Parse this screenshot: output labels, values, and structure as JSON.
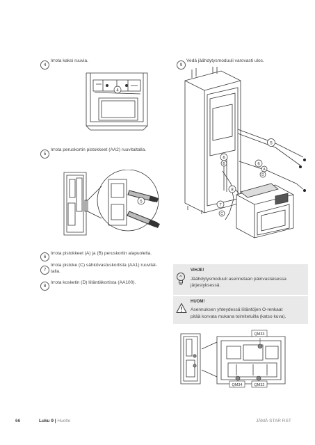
{
  "steps": {
    "s4": {
      "num": "4",
      "text": "Irrota kaksi ruuvia."
    },
    "s5": {
      "num": "5",
      "text": "Irrota peruskortin pistokkeet (AA2) ruuvitaltalla."
    },
    "s6": {
      "num": "6",
      "text": "Irrota pistokkeet (A) ja (B) peruskortin alapuolelta."
    },
    "s7": {
      "num": "7",
      "text_l1": "Irrota pistoke (C) sähkövastuskortista (AA1) ruuvital-",
      "text_l2": "talla."
    },
    "s8": {
      "num": "8",
      "text": "Irrota kosketin (D) liitäntäkortista (AA100)."
    },
    "s9": {
      "num": "9",
      "text": "Vedä jäähdytysmoduuli varovasti ulos."
    }
  },
  "figure_labels": {
    "fig1_step": "4",
    "fig2_step": "5",
    "fig3_steps": [
      "5",
      "6",
      "6",
      "8",
      "7"
    ],
    "fig3_letters": [
      "A",
      "B",
      "C",
      "D"
    ],
    "fig4_labels": [
      "QM33",
      "QM34",
      "QM32"
    ]
  },
  "tip": {
    "head": "VIHJE!",
    "line1": "Jäähdytysmoduuli asennetaan päinvastaisessa",
    "line2": "järjestyksessä."
  },
  "warning": {
    "head": "HUOM!",
    "line1": "Asennuksen yhteydessä liitäntöjen O-renkaat",
    "line2": "pitää korvata mukana toimitetuilla (katso kuva)."
  },
  "footer": {
    "page": "66",
    "chapter": "Luku 9 |",
    "section": "Huolto",
    "product": "JÄMÄ STAR RST"
  },
  "icons": {
    "tip": "lightbulb-icon",
    "warning": "warning-triangle-icon"
  }
}
